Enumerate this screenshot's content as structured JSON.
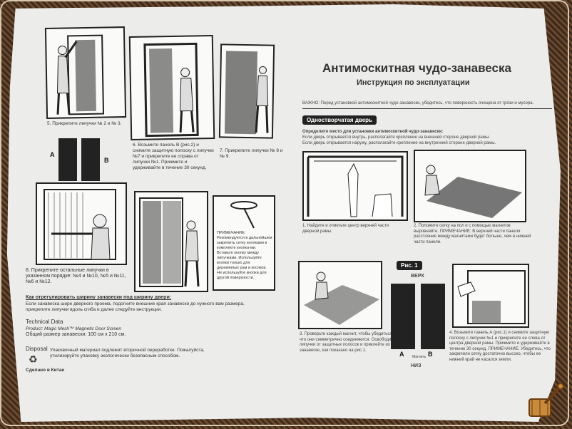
{
  "left": {
    "step5": "5. Прикрепите липучки № 2 и № 3.",
    "step6": "6. Возьмите панель В (рис.2) и снимите защитную полоску с липучки №7 и прикрепите ее справа от липучки №1. Прижмите и удерживайте в течение 30 секунд.",
    "step7": "7. Прикрепите липучки № 8 и № 9.",
    "panel_a": "A",
    "panel_b": "B",
    "step8": "8. Прикрепите остальные липучки в указанном порядке: №4 и №10, №5 и №11, №6 и №12.",
    "note": "ПРИМЕЧАНИЕ: Рекомендуется в дальнейшем закрепить сетку кнопками в комплекте кнопка-ми. Вставьте кнопку между липучками. Используйте кнопки только для деревянных рам и косяков. Не используйте кнопки для другой поверхности.",
    "width_title": "Как отрегулировать ширину занавески под ширину двери:",
    "width_text": "Если занавеска шире дверного проема, подогните внешние края занавески до нужного вам размера, прикрепите липучки вдоль сгиба и далее следуйте инструкции.",
    "tech_title": "Technical Data",
    "tech_product": "Product:   Magic Mesh™     Magnetic Door Screen",
    "tech_size": "Общий размер занавески: 100 см х 210 см.",
    "disposal": "Disposal",
    "disposal_text": "Упаковочный материал подлежит вторичной переработке. Пожалуйста, утилизируйте упаковку экологически безопасным способом.",
    "made_in": "Сделано в Китае"
  },
  "right": {
    "title": "Антимоскитная чудо-занавеска",
    "subtitle": "Инструкция по эксплуатации",
    "warning": "ВАЖНО: Перед установкой антимоскитной чудо-занавески, убедитесь, что поверхность очищена от грязи и мусора.",
    "door_badge": "Одностворчатая дверь",
    "define_title": "Определите место для установки антимоскитной чудо-занавески:",
    "define_1": "Если дверь открывается внутрь, располагайте крепление на внешней стороне дверной рамы.",
    "define_2": "Если дверь открывается наружу, располагайте крепление на внутренней стороне дверной рамы.",
    "step1": "1. Найдите и отметьте центр верхней части дверной рамы.",
    "step2": "2. Положите сетку на пол и с помощью магнитов выровняйте. ПРИМЕЧАНИЕ: В верхней части панели расстояние между магнитами будет больше, чем в нижней части панели.",
    "fig1": "Рис. 1",
    "top": "ВЕРХ",
    "bottom": "НИЗ",
    "magnet": "Магнить",
    "a": "A",
    "b": "B",
    "step3": "3. Проверьте каждый магнит, чтобы убедиться, что они симметрично соединяются. Освободите липучки от защитных полосок и приклейте их к занавеске, как показано на рис.1.",
    "step4": "4. Возьмите панель А (рис.1) и снимите защитную полоску с липучки №1 и прикрепите ее слева от центра дверной рамы. Прижмите и удерживайте в течение 30 секунд. ПРИМЕЧАНИЕ: Убедитесь, что закрепили сетку достаточно высоко, чтобы ее нижний край не касался земли."
  }
}
